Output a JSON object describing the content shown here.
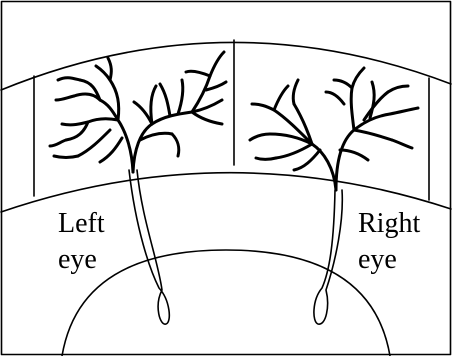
{
  "labels": {
    "left_eye": [
      "Left",
      "eye"
    ],
    "right_eye": [
      "Right",
      "eye"
    ]
  },
  "colors": {
    "stroke": "#000000",
    "background": "#ffffff"
  }
}
